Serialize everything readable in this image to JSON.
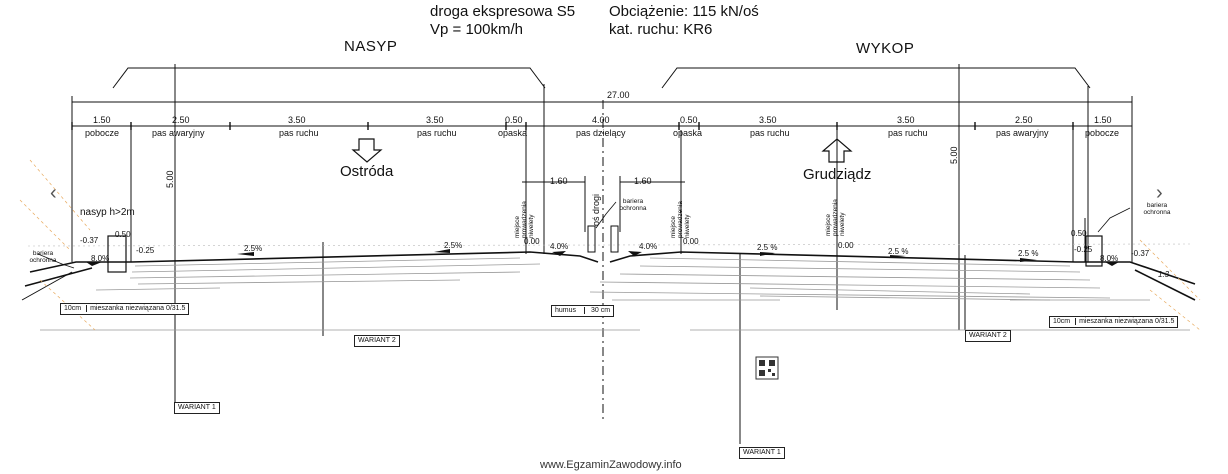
{
  "header": {
    "road_type": "droga ekspresowa S5",
    "design_speed": "Vp = 100km/h",
    "load": "Obciążenie: 115 kN/oś",
    "traffic_category": "kat. ruchu: KR6"
  },
  "sections": {
    "left": "NASYP",
    "right": "WYKOP"
  },
  "total_width": "27.00",
  "dimensions": {
    "left": [
      {
        "value": "1.50",
        "label": "pobocze"
      },
      {
        "value": "2.50",
        "label": "pas awaryjny"
      },
      {
        "value": "3.50",
        "label": "pas ruchu"
      },
      {
        "value": "3.50",
        "label": "pas ruchu"
      },
      {
        "value": "0.50",
        "label": "opaska"
      }
    ],
    "median": {
      "value": "4.00",
      "label": "pas dzielący"
    },
    "right": [
      {
        "value": "0.50",
        "label": "opaska"
      },
      {
        "value": "3.50",
        "label": "pas ruchu"
      },
      {
        "value": "3.50",
        "label": "pas ruchu"
      },
      {
        "value": "2.50",
        "label": "pas awaryjny"
      },
      {
        "value": "1.50",
        "label": "pobocze"
      }
    ]
  },
  "directions": {
    "left": "Ostróda",
    "right": "Grudziądz"
  },
  "heights": {
    "left": "5.00",
    "right": "5.00"
  },
  "median_offsets": {
    "left": "1.60",
    "right": "1.60"
  },
  "axis_label": "oś drogi",
  "drainage_label": "miejsce prowadzenia niwelety",
  "barrier_label": "bariera ochronna",
  "embankment_note": "nasyp h>2m",
  "elevations": {
    "left_outer": "-0.37",
    "left_shoulder": "-0.25",
    "left_curb": "0.50",
    "left_edge": "0.00",
    "right_edge": "0.00",
    "right_mid": "0.00",
    "right_curb": "0.50",
    "right_shoulder": "-0.25",
    "right_outer": "-0.37"
  },
  "slopes": {
    "s1": "2.5%",
    "s2": "2.5%",
    "s3": "4.0%",
    "s4": "4.0%",
    "s5": "2.5 %",
    "s6": "2.5 %",
    "s7": "2.5 %",
    "left_shoulder": "8.0%",
    "right_shoulder": "8.0%",
    "embankment": "1:3"
  },
  "labels": {
    "mix_left_thickness": "10cm",
    "mix_left_text": "mieszanka niezwiązana 0/31.5",
    "humus": "humus",
    "humus_thickness": "30 cm",
    "mix_right_thickness": "10cm",
    "mix_right_text": "mieszanka niezwiązana 0/31.5",
    "variant1_left": "WARIANT 1",
    "variant2_left": "WARIANT 2",
    "variant1_right": "WARIANT 1",
    "variant2_right": "WARIANT 2"
  },
  "nav": {
    "prev": "‹",
    "next": "›"
  },
  "footer": "www.EgzaminZawodowy.info"
}
